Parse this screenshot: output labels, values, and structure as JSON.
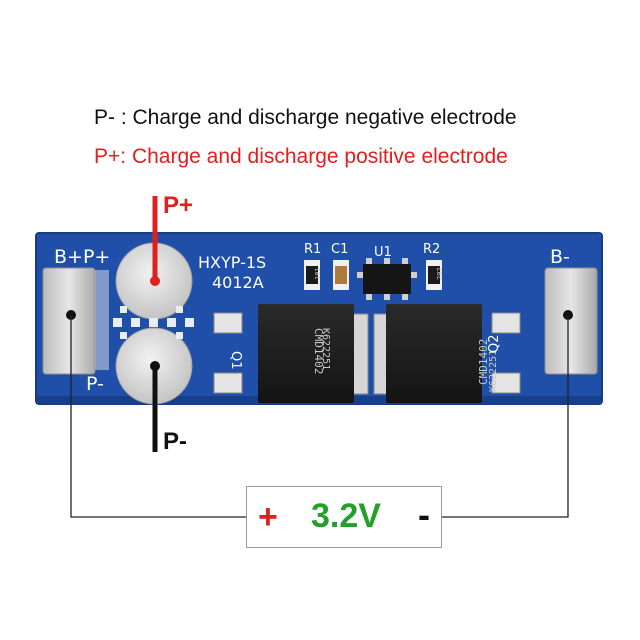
{
  "legend": {
    "negative": "P- : Charge and discharge negative electrode",
    "positive": "P+: Charge and discharge positive electrode"
  },
  "leads": {
    "positive_label": "P+",
    "negative_label": "P-"
  },
  "board": {
    "model_line1": "HXYP-1S",
    "model_line2": "4012A",
    "pad_left_label": "B+P+",
    "pad_p_minus_label": "P-",
    "pad_right_label": "B-",
    "components": {
      "r1": "R1",
      "c1": "C1",
      "u1": "U1",
      "r2": "R2",
      "q1": "Q1",
      "q2": "Q2",
      "r1_code": "101",
      "r2_code": "202"
    },
    "mosfet_marking_line1": "CMD1402",
    "mosfet_marking_line2": "K622251"
  },
  "battery": {
    "plus": "+",
    "voltage": "3.2V",
    "minus": "-"
  },
  "colors": {
    "pcb": "#1f4fa8",
    "pcb_edge": "#163c86",
    "positive": "#e0201e",
    "negative": "#111111",
    "voltage": "#22a02a"
  }
}
